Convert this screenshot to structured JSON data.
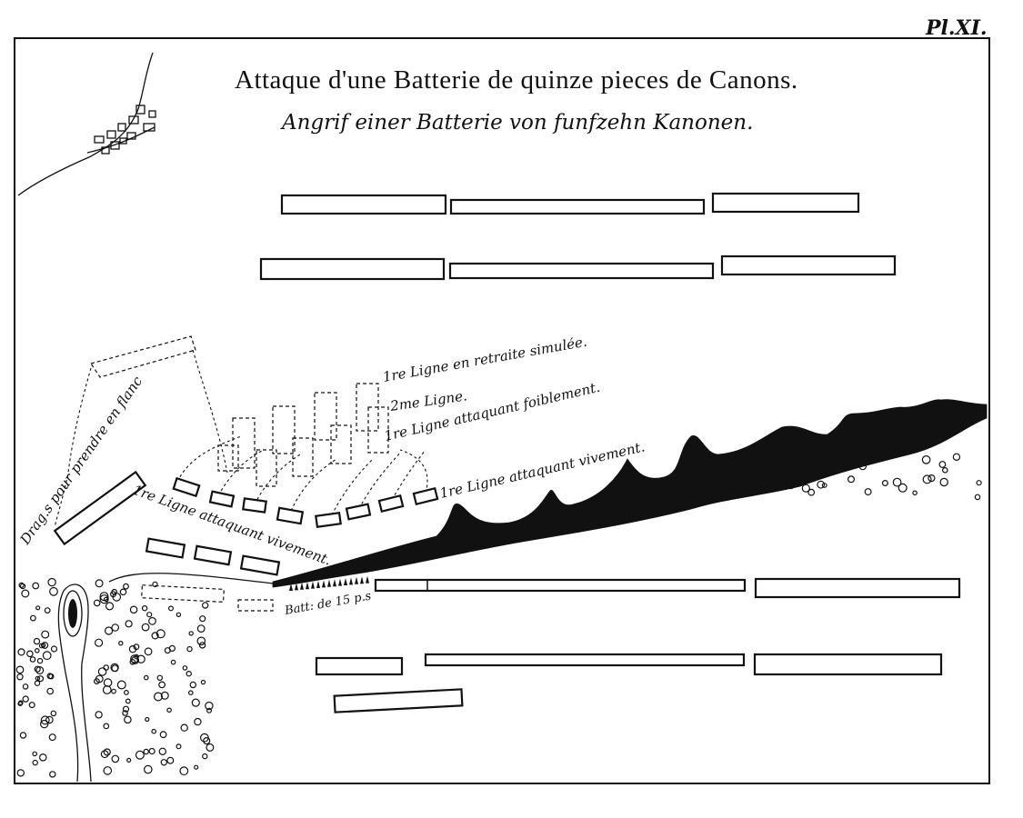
{
  "plate": {
    "number": "Pl.XI.",
    "title_fr": "Attaque d'une Batterie de quinze pieces de Canons.",
    "title_de": "Angrif einer Batterie von funfzehn Kanonen."
  },
  "labels": {
    "ligne1_retraite": "1re Ligne en retraite simulée.",
    "ligne2": "2me Ligne.",
    "ligne1_foiblement": "1re Ligne attaquant foiblement.",
    "ligne1_vivement_right": "1re Ligne attaquant vivement.",
    "ligne1_vivement_left": "1re Ligne attaquant vivement.",
    "dragons": "Drag.s pour prendre en flanc",
    "battery": "Batt: de 15 p.s"
  },
  "colors": {
    "ink": "#111111",
    "paper": "#ffffff"
  }
}
